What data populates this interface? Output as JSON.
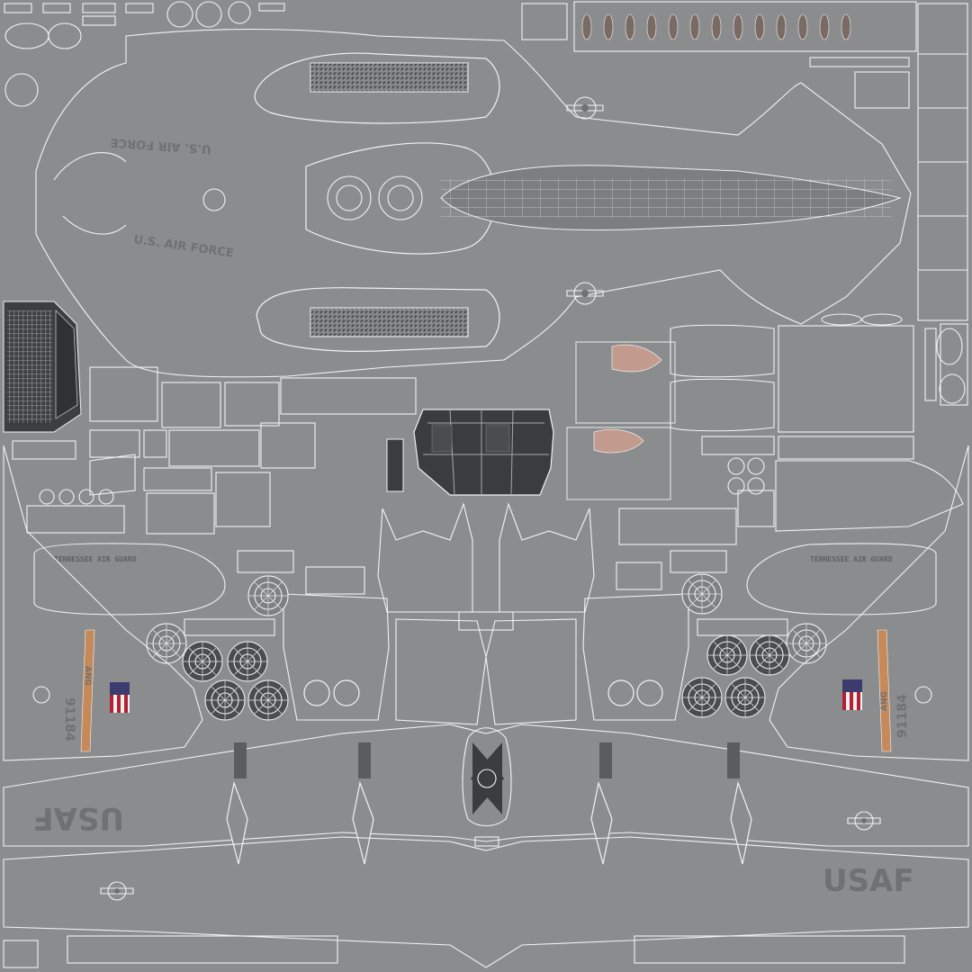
{
  "markings": {
    "usaf_left": "USAF",
    "usaf_right": "USAF",
    "serial_left": "91184",
    "serial_right": "91184",
    "tail_code_left": "ANG",
    "tail_code_right": "ANG",
    "fuselage_upper": "U.S. AIR FORCE",
    "fuselage_lower": "U.S. AIR FORCE",
    "nacelle_left": "TENNESSEE AIR GUARD",
    "nacelle_right": "TENNESSEE AIR GUARD"
  },
  "colors": {
    "background": "#8a8c8e",
    "wire": "#f2f2f2",
    "panel_dark": "#3a3c3e",
    "stripe_accent": "#b85a3c",
    "flag_red": "#b22234",
    "flag_blue": "#3c3b6e"
  },
  "icons": {
    "roundel": "star-and-bar-roundel-icon",
    "flag": "us-flag-icon",
    "wheel": "wheel-hub-icon",
    "insignia": "unit-insignia-icon"
  }
}
